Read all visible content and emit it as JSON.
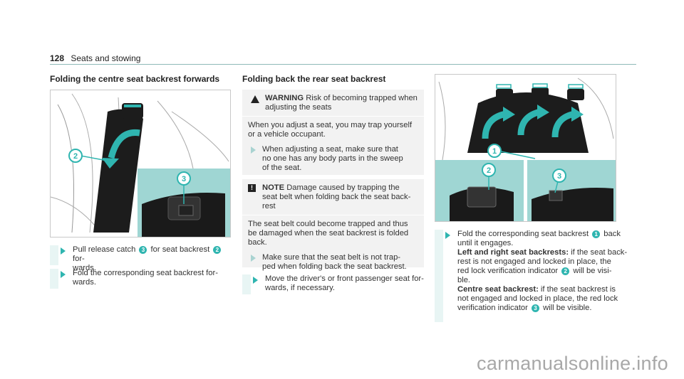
{
  "header": {
    "page_number": "128",
    "section": "Seats and stowing"
  },
  "col1": {
    "title": "Folding the centre seat backrest forwards",
    "steps": [
      {
        "text_a": "Pull release catch ",
        "callout_a": "3",
        "text_b": " for seat backrest ",
        "callout_b": "2",
        "text_c": " for-",
        "line2": "wards."
      },
      {
        "line1": "Fold the corresponding seat backrest for-",
        "line2": "wards."
      }
    ],
    "figure_callouts": [
      "2",
      "3"
    ]
  },
  "col2": {
    "title": "Folding back the rear seat backrest",
    "warning": {
      "label": "WARNING",
      "head1": "Risk of becoming trapped when",
      "head2": "adjusting the seats",
      "body1": "When you adjust a seat, you may trap yourself",
      "body2": "or a vehicle occupant.",
      "step1": "When adjusting a seat, make sure that",
      "step2": "no one has any body parts in the sweep",
      "step3": "of the seat."
    },
    "note": {
      "label": "NOTE",
      "head1": "Damage caused by trapping the",
      "head2": "seat belt when folding back the seat back-",
      "head3": "rest",
      "body1": "The seat belt could become trapped and thus",
      "body2": "be damaged when the seat backrest is folded",
      "body3": "back.",
      "step1": "Make sure that the seat belt is not trap-",
      "step2": "ped when folding back the seat backrest."
    },
    "step": {
      "line1": "Move the driver's or front passenger seat for-",
      "line2": "wards, if necessary."
    }
  },
  "col3": {
    "figure_callouts": [
      "1",
      "2",
      "3"
    ],
    "step": {
      "l1a": "Fold the corresponding seat backrest ",
      "c1": "1",
      "l1b": " back",
      "l2": "until it engages.",
      "l3_bold": "Left and right seat backrests:",
      "l3": " if the seat back-",
      "l4": "rest is not engaged and locked in place, the",
      "l5a": "red lock verification indicator ",
      "c2": "2",
      "l5b": " will be visi-",
      "l6": "ble.",
      "l7_bold": "Centre seat backrest:",
      "l7": " if the seat backrest is",
      "l8": "not engaged and locked in place, the red lock",
      "l9a": "verification indicator ",
      "c3": "3",
      "l9b": " will be visible."
    }
  },
  "watermark": "carmanualsonline.info",
  "colors": {
    "accent": "#2fb5b0",
    "inset_bg": "#9fd6d3",
    "box_bg": "#f2f2f2"
  }
}
